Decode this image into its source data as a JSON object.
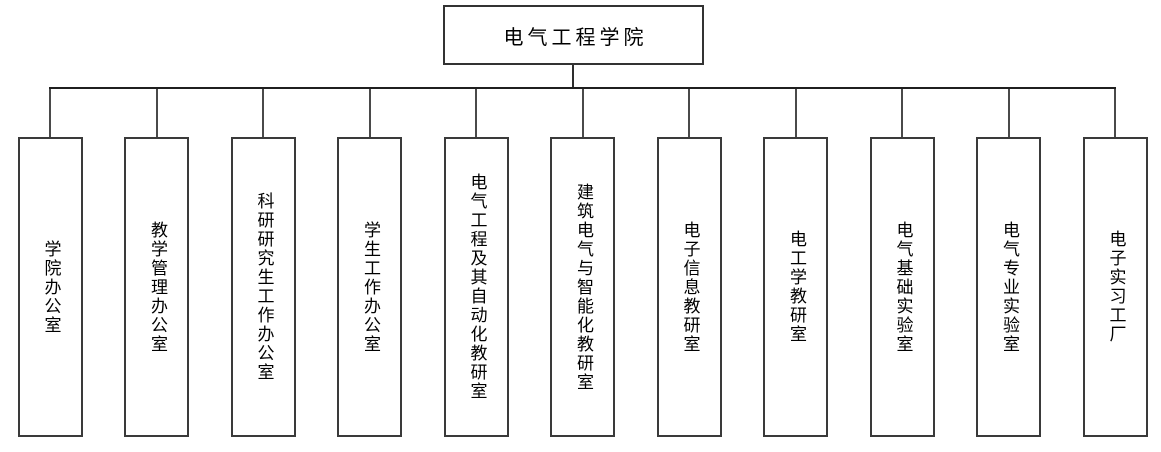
{
  "diagram": {
    "type": "org-chart",
    "root": {
      "label": "电气工程学院"
    },
    "departments": [
      {
        "label": "学院办公室"
      },
      {
        "label": "教学管理办公室"
      },
      {
        "label": "科研研究生工作办公室"
      },
      {
        "label": "学生工作办公室"
      },
      {
        "label": "电气工程及其自动化教研室"
      },
      {
        "label": "建筑电气与智能化教研室"
      },
      {
        "label": "电子信息教研室"
      },
      {
        "label": "电工学教研室"
      },
      {
        "label": "电气基础实验室"
      },
      {
        "label": "电气专业实验室"
      },
      {
        "label": "电子实习工厂"
      }
    ],
    "colors": {
      "background": "#ffffff",
      "box_border": "#3a3a3a",
      "connector_line": "#2e2e2e",
      "text": "#000000"
    }
  }
}
